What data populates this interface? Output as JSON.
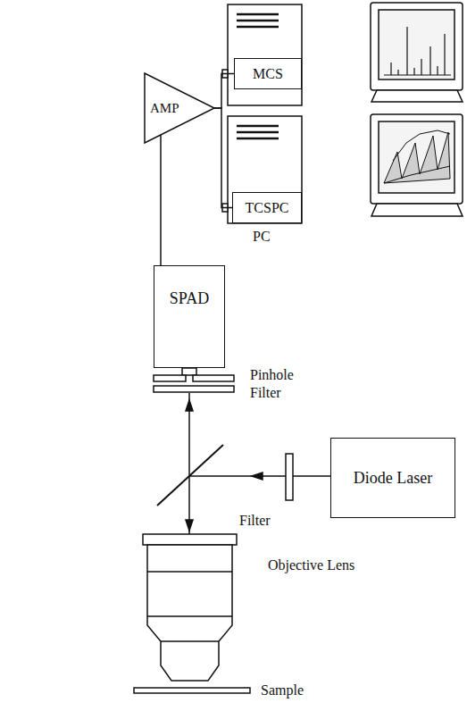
{
  "diagram": {
    "nodes": [
      {
        "text": [
          "SPAD"
        ]
      },
      {
        "text": [
          "AMP"
        ]
      },
      {
        "text": [
          "MCS"
        ]
      },
      {
        "text": [
          "TCSPC"
        ]
      },
      {
        "text": [
          "Diode Laser"
        ]
      }
    ],
    "edges": [
      {
        "from": 0,
        "to": 1,
        "arrow": "none"
      },
      {
        "from": 1,
        "to": 2,
        "arrow": "none"
      },
      {
        "from": 1,
        "to": 3,
        "arrow": "none"
      }
    ],
    "labels": [
      "Pinhole",
      "Filter",
      "PC",
      "Filter",
      "Objective Lens",
      "Sample"
    ]
  }
}
